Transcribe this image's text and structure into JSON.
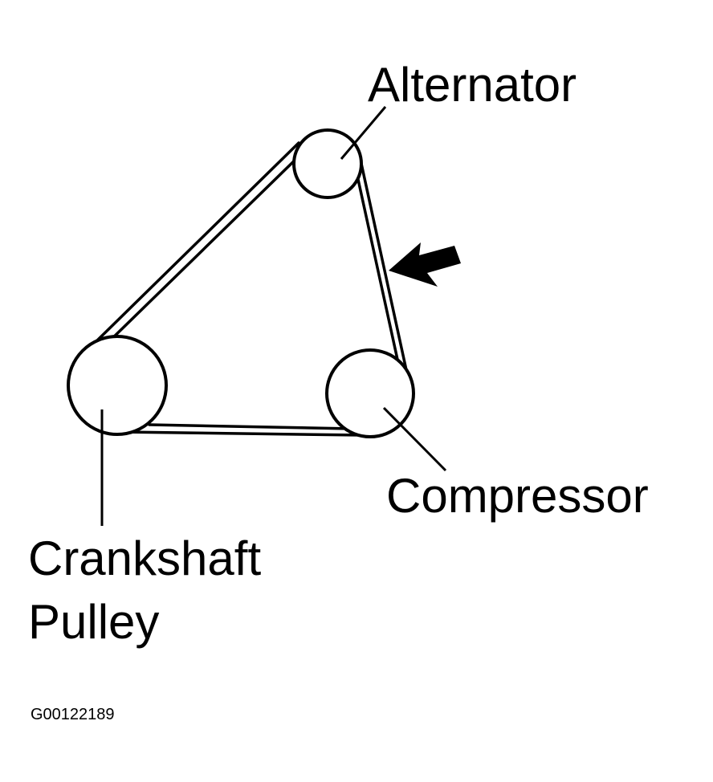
{
  "labels": {
    "alternator": "Alternator",
    "compressor": "Compressor",
    "crankshaft_line1": "Crankshaft",
    "crankshaft_line2": "Pulley"
  },
  "figure_code": "G00122189",
  "colors": {
    "ink": "#000000",
    "background": "#ffffff"
  },
  "icons": {
    "belt_indicator": "arrow-icon"
  }
}
